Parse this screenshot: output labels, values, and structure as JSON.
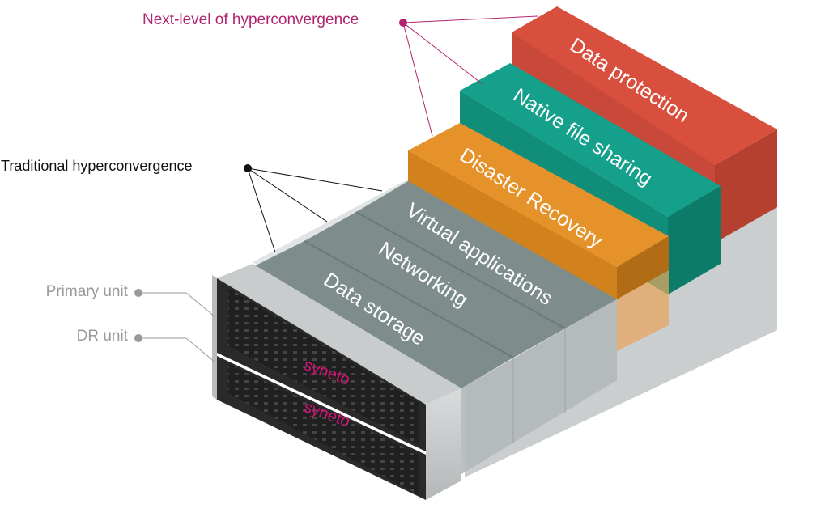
{
  "callouts": {
    "next_level": "Next-level of hyperconvergence",
    "traditional": "Traditional hyperconvergence",
    "primary_unit": "Primary unit",
    "dr_unit": "DR unit"
  },
  "layers": {
    "data_protection": "Data protection",
    "native_file_sharing": "Native file sharing",
    "disaster_recovery": "Disaster Recovery",
    "virtual_applications": "Virtual applications",
    "networking": "Networking",
    "data_storage": "Data storage"
  },
  "hardware": {
    "brand_primary": "syneto",
    "brand_dr": "syneto"
  },
  "colors": {
    "data_protection": "#d94f3d",
    "native_file_sharing": "#14a08a",
    "disaster_recovery": "#e08a1e",
    "gray_layers": "#7e8c8c",
    "next_level_callout": "#b0246f",
    "traditional_callout": "#111111",
    "unit_callout": "#9a9a9a",
    "brand": "#d6117a"
  }
}
